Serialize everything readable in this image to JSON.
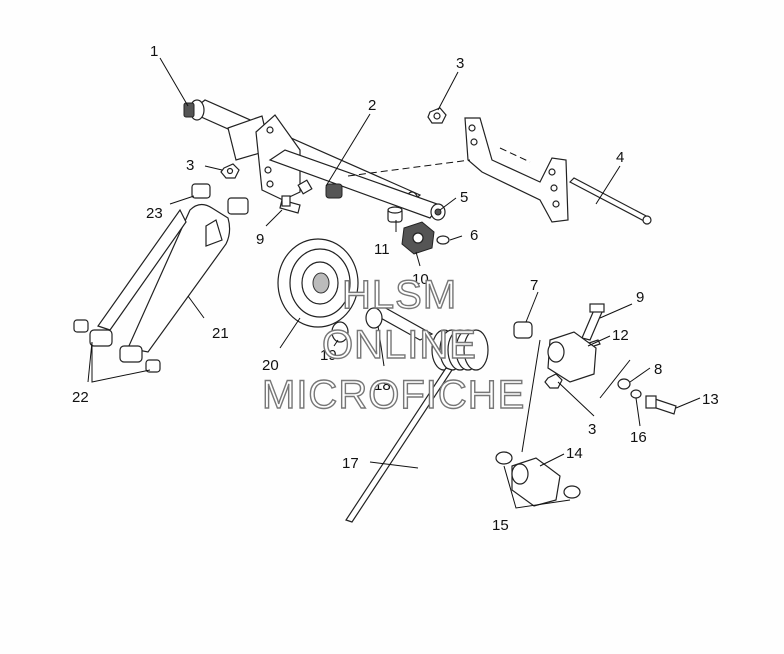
{
  "callouts": {
    "c1": "1",
    "c2": "2",
    "c3a": "3",
    "c3b": "3",
    "c3c": "3",
    "c4": "4",
    "c5": "5",
    "c6": "6",
    "c7": "7",
    "c8": "8",
    "c9a": "9",
    "c9b": "9",
    "c10": "10",
    "c11": "11",
    "c12": "12",
    "c13": "13",
    "c14": "14",
    "c15": "15",
    "c16": "16",
    "c17": "17",
    "c18": "18",
    "c19": "19",
    "c20": "20",
    "c21": "21",
    "c22": "22",
    "c23": "23"
  },
  "watermark": {
    "line1": "HLSM",
    "line2": "ONLINE",
    "line3": "MICROFICHE"
  },
  "colors": {
    "line": "#222222",
    "watermark_outline": "#777777"
  }
}
